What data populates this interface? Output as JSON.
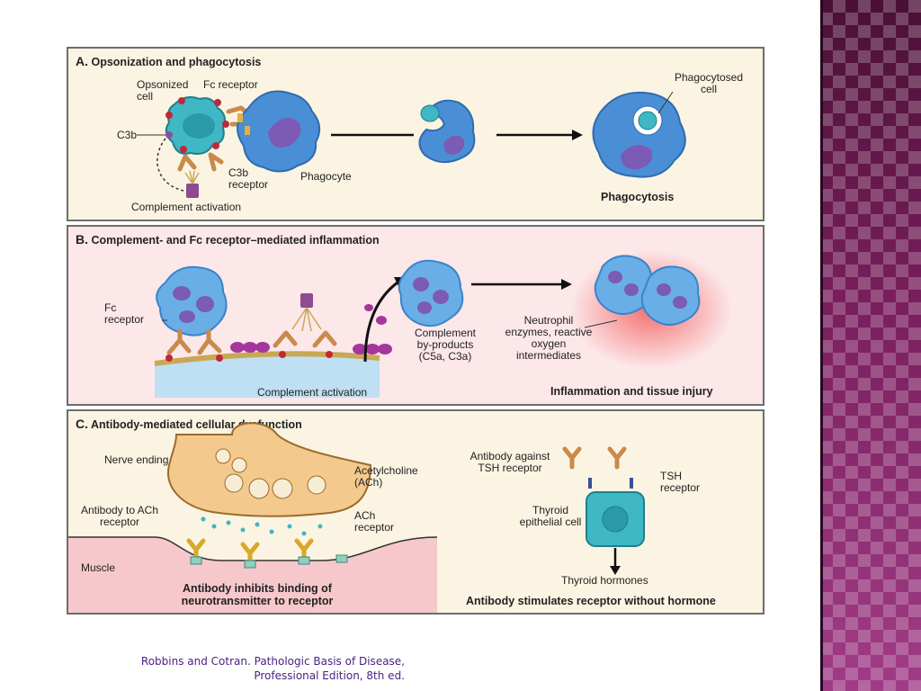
{
  "panel_a": {
    "letter": "A.",
    "title": "Opsonization and phagocytosis",
    "labels": {
      "opsonized_cell": "Opsonized cell",
      "fc_receptor": "Fc receptor",
      "c3b": "C3b",
      "c3b_receptor": "C3b receptor",
      "phagocyte": "Phagocyte",
      "complement_activation": "Complement activation",
      "phagocytosed_cell": "Phagocytosed cell"
    },
    "caption": "Phagocytosis"
  },
  "panel_b": {
    "letter": "B.",
    "title": "Complement- and Fc receptor–mediated inflammation",
    "labels": {
      "fc_receptor": "Fc receptor",
      "complement_activation": "Complement activation",
      "complement_byproducts": "Complement by-products (C5a, C3a)",
      "neutrophil_enzymes": "Neutrophil enzymes, reactive oxygen intermediates"
    },
    "caption": "Inflammation and tissue injury"
  },
  "panel_c": {
    "letter": "C.",
    "title": "Antibody-mediated cellular dysfunction",
    "labels": {
      "nerve_ending": "Nerve ending",
      "acetylcholine": "Acetylcholine (ACh)",
      "antibody_to_ach": "Antibody to ACh receptor",
      "ach_receptor": "ACh receptor",
      "muscle": "Muscle",
      "antibody_against_tsh": "Antibody against TSH receptor",
      "tsh_receptor": "TSH receptor",
      "thyroid_cell": "Thyroid epithelial cell",
      "thyroid_hormones": "Thyroid hormones"
    },
    "caption_left": "Antibody inhibits binding of neurotransmitter to receptor",
    "caption_right": "Antibody stimulates receptor without hormone"
  },
  "citation": {
    "line1": "Robbins and Cotran. Pathologic Basis of Disease,",
    "line2": "Professional Edition, 8th ed."
  },
  "colors": {
    "slide_accent": "#7a1f5e",
    "citation_text": "#4b1f80",
    "cell_blue": "#4a8fd6",
    "nucleus_purple": "#7b5bb5",
    "antibody_tan": "#c98a4a"
  }
}
